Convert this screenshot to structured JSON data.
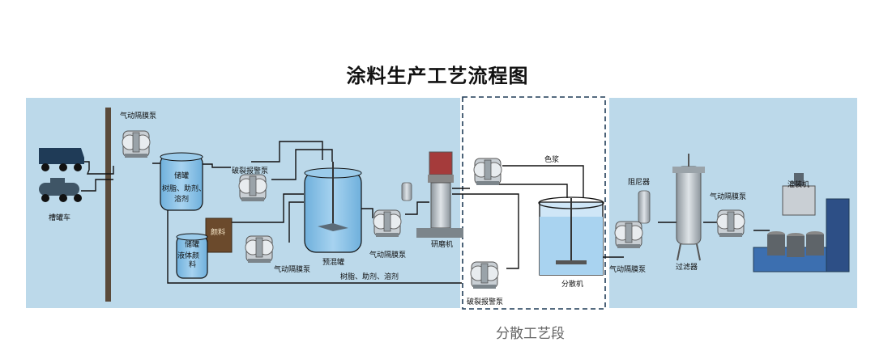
{
  "title": "涂料生产工艺流程图",
  "caption": "分散工艺段",
  "colors": {
    "panel": "#bcd9ea",
    "pipe": "#111111",
    "tank_fill": "#8fc4e8",
    "dash_border": "#1f3b57"
  },
  "labels": {
    "tanker": "槽罐车",
    "pump_top": "气动隔膜泵",
    "storage_tank": "储罐",
    "storage_tank_content_1": "树脂、助剂、",
    "storage_tank_content_2": "溶剂",
    "pigment_bag": "颜料",
    "liquid_tank": "储罐",
    "liquid_tank_content_1": "液体颜",
    "liquid_tank_content_2": "料",
    "burst_alarm_pump_1": "破裂报警泵",
    "pump_mid": "气动隔膜泵",
    "premix_tank": "预混罐",
    "pump_premix": "气动隔膜泵",
    "mill": "研磨机",
    "resin_line": "树脂、助剂、溶剂",
    "color_paste": "色浆",
    "burst_alarm_pump_2": "破裂报警泵",
    "disperser": "分散机",
    "damper": "阻尼器",
    "pump_right": "气动隔膜泵",
    "filter": "过滤器",
    "pump_filler": "气动隔膜泵",
    "filler": "灌装机"
  }
}
